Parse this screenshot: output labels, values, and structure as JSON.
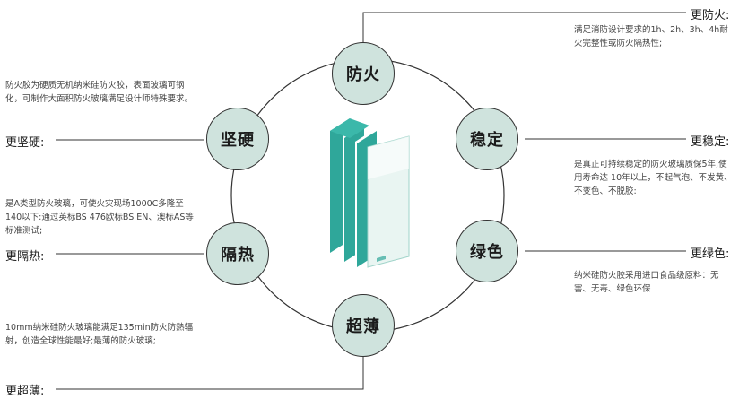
{
  "nodes": {
    "fire": "防火",
    "stable": "稳定",
    "green": "绿色",
    "thin": "超薄",
    "insulation": "隔热",
    "hard": "坚硬"
  },
  "features": {
    "fire": {
      "title": "更防火:",
      "desc": "满足消防设计要求的1h、2h、3h、4h耐火完整性或防火隔热性;"
    },
    "stable": {
      "title": "更稳定:",
      "desc": "是真正可持续稳定的防火玻璃质保5年,使用寿命达 10年以上，不起气泡、不发黄、不变色、不脱胶:"
    },
    "green": {
      "title": "更绿色:",
      "desc": "纳米硅防火胶采用进口食品级原料：无害、无毒、绿色环保"
    },
    "hard": {
      "title": "更坚硬:",
      "desc": "防火胶为硬质无机纳米硅防火胶，表面玻璃可钢化，可制作大面积防火玻璃满足设计师特殊要求。"
    },
    "insulation": {
      "title": "更隔热:",
      "desc": "是A类型防火玻璃，可使火灾现场1000C多隆至140以下:通过英标BS 476欧标BS EN、澳标AS等标准测试;"
    },
    "thin": {
      "title": "更超薄:",
      "desc": "10mm纳米硅防火玻璃能满足135min防火防熱辐射，创造全球性能最好;最薄的防火玻璃;"
    }
  },
  "colors": {
    "node_fill": "#cfe3dd",
    "glass_teal": "#2fa79a",
    "glass_light": "#e9f5f2"
  }
}
